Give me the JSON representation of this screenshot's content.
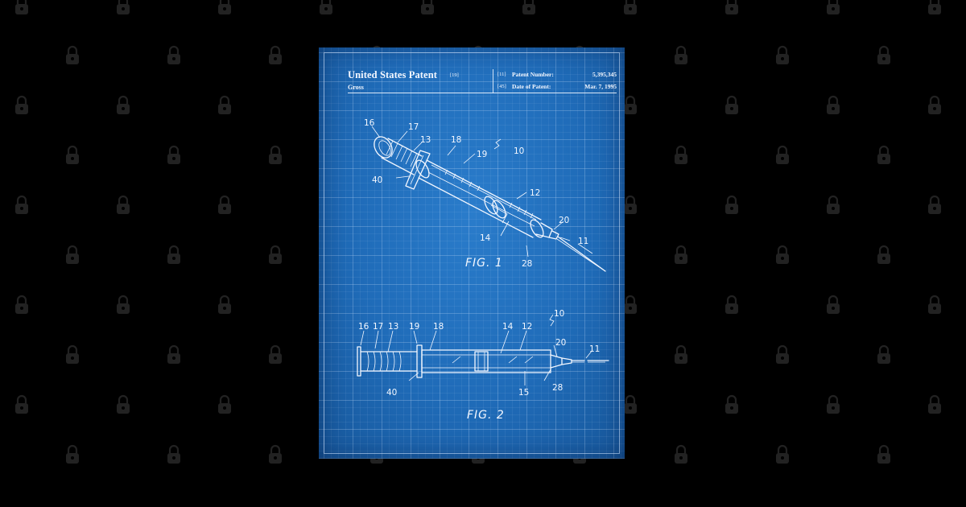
{
  "header": {
    "title": "United States Patent",
    "title_code": "[19]",
    "inventor": "Gross",
    "patent_number": {
      "code": "[11]",
      "label": "Patent Number:",
      "value": "5,395,345"
    },
    "date_of_patent": {
      "code": "[45]",
      "label": "Date of Patent:",
      "value": "Mar. 7, 1995"
    }
  },
  "figures": [
    {
      "label": "FIG. 1",
      "refs": [
        "16",
        "17",
        "13",
        "18",
        "19",
        "10",
        "40",
        "12",
        "20",
        "14",
        "11",
        "28"
      ]
    },
    {
      "label": "FIG. 2",
      "refs": [
        "10",
        "16",
        "17",
        "13",
        "19",
        "18",
        "14",
        "12",
        "20",
        "11",
        "40",
        "15",
        "28"
      ]
    }
  ],
  "colors": {
    "background": "#000000",
    "blueprint": "#1f6bb8",
    "linework": "#f3f7ff"
  },
  "watermark_icon": "lock-icon"
}
